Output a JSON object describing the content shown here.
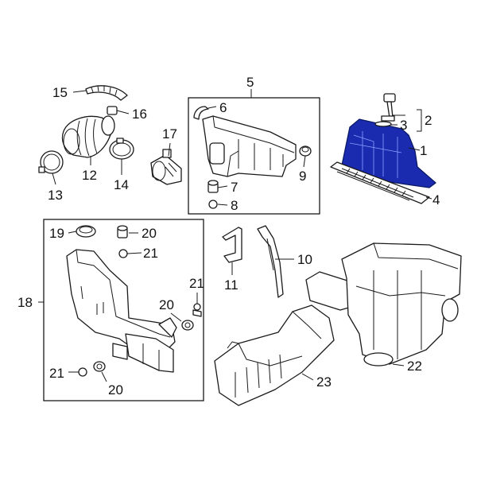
{
  "diagram": {
    "highlight_color": "#1a2bb0",
    "callouts": {
      "c1": "1",
      "c2": "2",
      "c3": "3",
      "c4": "4",
      "c5": "5",
      "c6": "6",
      "c7": "7",
      "c8": "8",
      "c9": "9",
      "c10": "10",
      "c11": "11",
      "c12": "12",
      "c13": "13",
      "c14": "14",
      "c15": "15",
      "c16": "16",
      "c17": "17",
      "c18": "18",
      "c19": "19",
      "c20a": "20",
      "c20b": "20",
      "c20c": "20",
      "c21a": "21",
      "c21b": "21",
      "c21c": "21",
      "c22": "22",
      "c23": "23"
    }
  }
}
